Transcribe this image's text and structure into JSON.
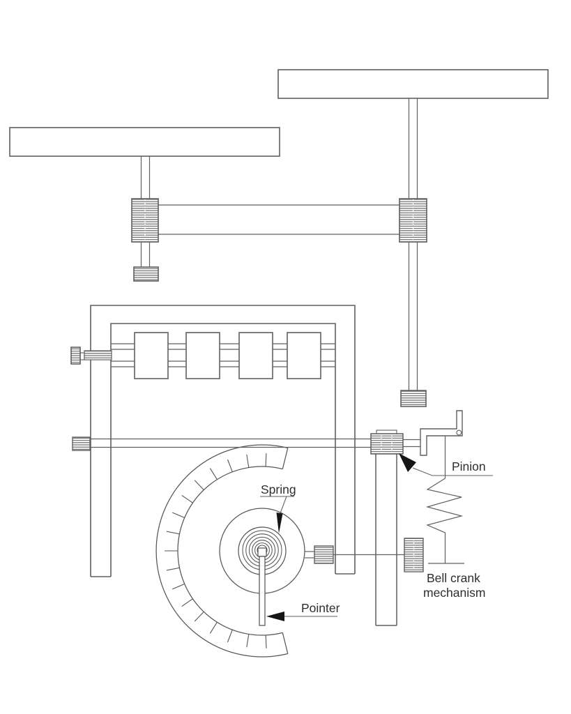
{
  "diagram": {
    "background_color": "#ffffff",
    "line_color": "#5f5f5f",
    "text_color": "#2e2e2e",
    "arrow_color": "#151515",
    "labels": {
      "pinion": "Pinion",
      "spring": "Spring",
      "pointer": "Pointer",
      "bell_crank_line1": "Bell crank",
      "bell_crank_line2": "mechanism"
    }
  }
}
